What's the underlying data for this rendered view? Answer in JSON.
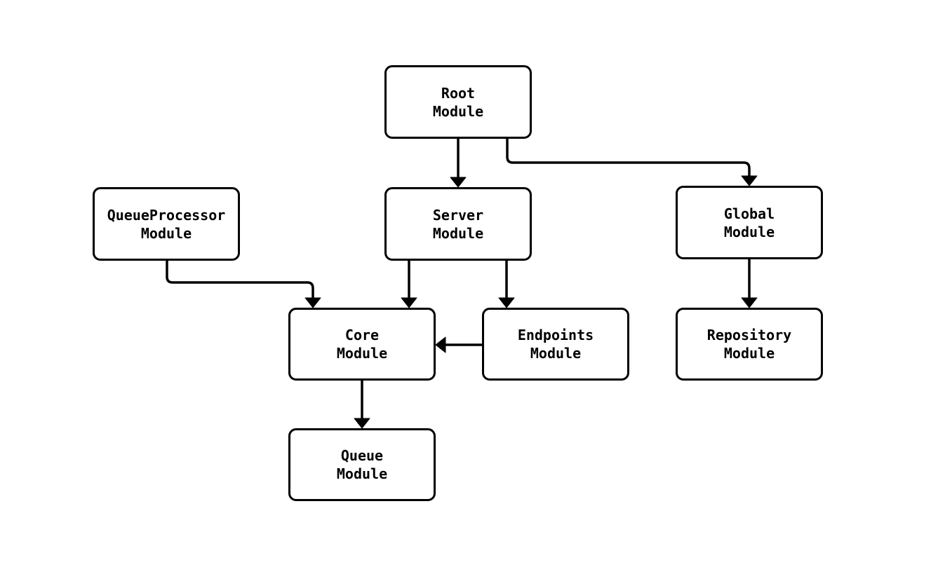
{
  "diagram": {
    "title": "module-dependency-flowchart",
    "colors": {
      "stroke": "#000000",
      "node_fill": "#ffffff",
      "background": "#ffffff"
    },
    "nodes": {
      "root": {
        "label": "Root\nModule"
      },
      "server": {
        "label": "Server\nModule"
      },
      "queueprocessor": {
        "label": "QueueProcessor\nModule"
      },
      "global": {
        "label": "Global\nModule"
      },
      "core": {
        "label": "Core\nModule"
      },
      "endpoints": {
        "label": "Endpoints\nModule"
      },
      "repository": {
        "label": "Repository\nModule"
      },
      "queue": {
        "label": "Queue\nModule"
      }
    },
    "edges": [
      {
        "from": "Root Module",
        "to": "Server Module"
      },
      {
        "from": "Root Module",
        "to": "Global Module"
      },
      {
        "from": "QueueProcessor Module",
        "to": "Core Module"
      },
      {
        "from": "Server Module",
        "to": "Core Module"
      },
      {
        "from": "Server Module",
        "to": "Endpoints Module"
      },
      {
        "from": "Endpoints Module",
        "to": "Core Module"
      },
      {
        "from": "Global Module",
        "to": "Repository Module"
      },
      {
        "from": "Core Module",
        "to": "Queue Module"
      }
    ]
  }
}
